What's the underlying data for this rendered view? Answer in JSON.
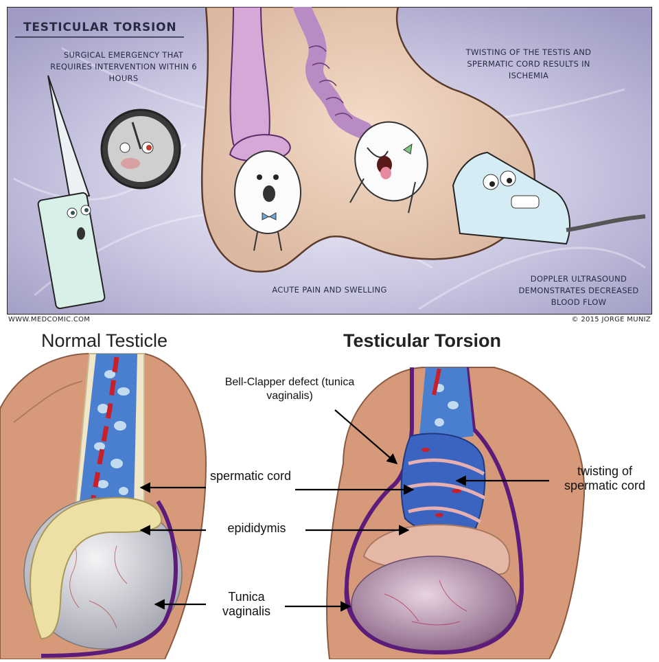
{
  "comic": {
    "title": "TESTICULAR TORSION",
    "caption_surgery": "SURGICAL EMERGENCY THAT REQUIRES INTERVENTION WITHIN 6 HOURS",
    "caption_twisting": "TWISTING OF THE TESTIS AND SPERMATIC CORD RESULTS IN ISCHEMIA",
    "caption_pain": "ACUTE PAIN AND SWELLING",
    "caption_doppler": "DOPPLER ULTRASOUND DEMONSTRATES DECREASED BLOOD FLOW",
    "credit_site": "WWW.MEDCOMIC.COM",
    "credit_copyright": "© 2015 JORGE MUNIZ"
  },
  "diagram": {
    "normal_title": "Normal Testicle",
    "torsion_title": "Testicular Torsion",
    "label_bell_clapper": "Bell-Clapper defect (tunica vaginalis)",
    "label_spermatic_cord": "spermatic cord",
    "label_epididymis": "epididymis",
    "label_tunica": "Tunica vaginalis",
    "label_twisting": "twisting of spermatic cord"
  },
  "colors": {
    "comic_background": "#bfbcd8",
    "skin": "#e8cdb8",
    "vein_blue": "#2c4fb6",
    "artery_red": "#c8202a",
    "tunica_purple": "#5c1c7a",
    "epididymis_yellow": "#ede0a4"
  }
}
